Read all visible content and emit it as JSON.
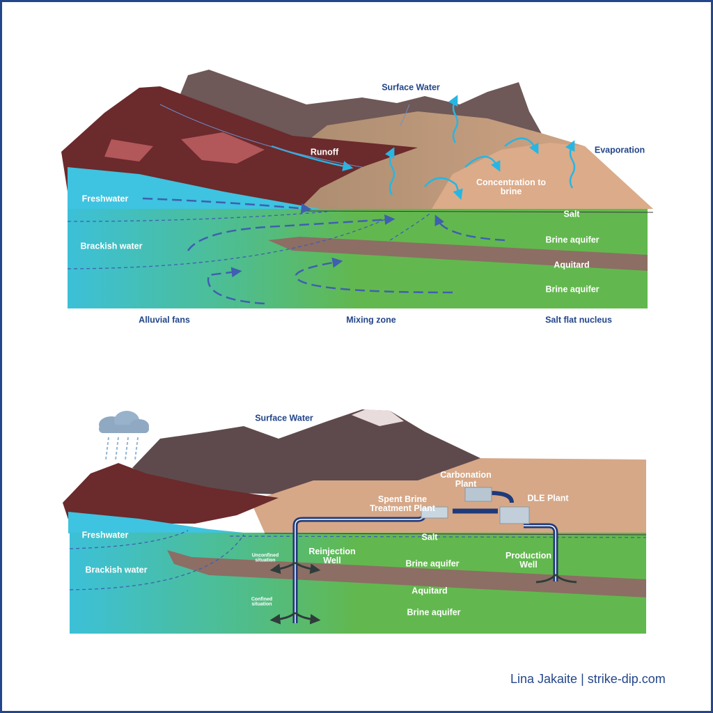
{
  "top": {
    "surface_water": "Surface Water",
    "runoff": "Runoff",
    "evaporation": "Evaporation",
    "concentration": "Concentration to brine",
    "freshwater": "Freshwater",
    "salt": "Salt",
    "brackish": "Brackish water",
    "brine_aquifer_upper": "Brine aquifer",
    "aquitard": "Aquitard",
    "brine_aquifer_lower": "Brine aquifer",
    "alluvial_fans": "Alluvial fans",
    "mixing_zone": "Mixing zone",
    "salt_flat_nucleus": "Salt flat nucleus"
  },
  "bottom": {
    "surface_water": "Surface Water",
    "carbonation_plant": "Carbonation Plant",
    "dle_plant": "DLE Plant",
    "spent_brine_plant": "Spent Brine Treatment Plant",
    "freshwater": "Freshwater",
    "salt": "Salt",
    "reinjection_well": "Reinjection Well",
    "production_well": "Production Well",
    "unconfined": "Unconfined situation",
    "confined": "Confined situation",
    "brackish": "Brackish water",
    "brine_aquifer_upper": "Brine aquifer",
    "aquitard": "Aquitard",
    "brine_aquifer_lower": "Brine aquifer"
  },
  "credit": "Lina Jakaite | strike-dip.com",
  "colors": {
    "border": "#23468a",
    "green": "#62b84e",
    "aquitard": "#8c6e64",
    "tan": "#d6a888",
    "red_rock": "#6b2a2c",
    "water": "#3ec3e0"
  }
}
